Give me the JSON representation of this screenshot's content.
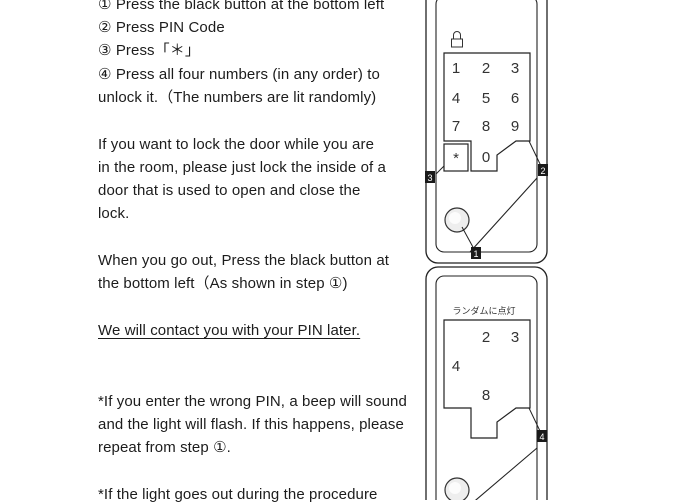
{
  "instructions": {
    "steps": [
      "① Press the black button at the bottom left",
      "② Press PIN Code",
      "③ Press「＊」",
      "④ Press all four numbers (in any order) to",
      "unlock it.（The numbers are lit randomly)"
    ],
    "lock_paragraph": [
      "If you want to lock the door while you are",
      "in the room, please just lock the inside of a",
      "door that is used to open and close the",
      "lock."
    ],
    "go_out_paragraph": [
      "When you go out, Press the black button at",
      "the bottom left（As shown in step ①)"
    ],
    "contact_note": "We will contact you with your PIN later.",
    "wrong_pin_paragraph": [
      "*If you enter the wrong PIN, a beep will sound",
      "and the light will flash. If this happens, please",
      "repeat from step ①."
    ],
    "light_out_fragment": "*If the light goes out during the procedure"
  },
  "diagram_top": {
    "lock_icon": "padlock-icon",
    "keys": [
      "1",
      "2",
      "3",
      "4",
      "5",
      "6",
      "7",
      "8",
      "9",
      "*",
      "0"
    ],
    "callouts": [
      "1",
      "2",
      "3"
    ]
  },
  "diagram_bottom": {
    "random_label": "ランダムに点灯",
    "lit_keys": [
      "2",
      "3",
      "4",
      "8"
    ],
    "callouts": [
      "4"
    ]
  }
}
